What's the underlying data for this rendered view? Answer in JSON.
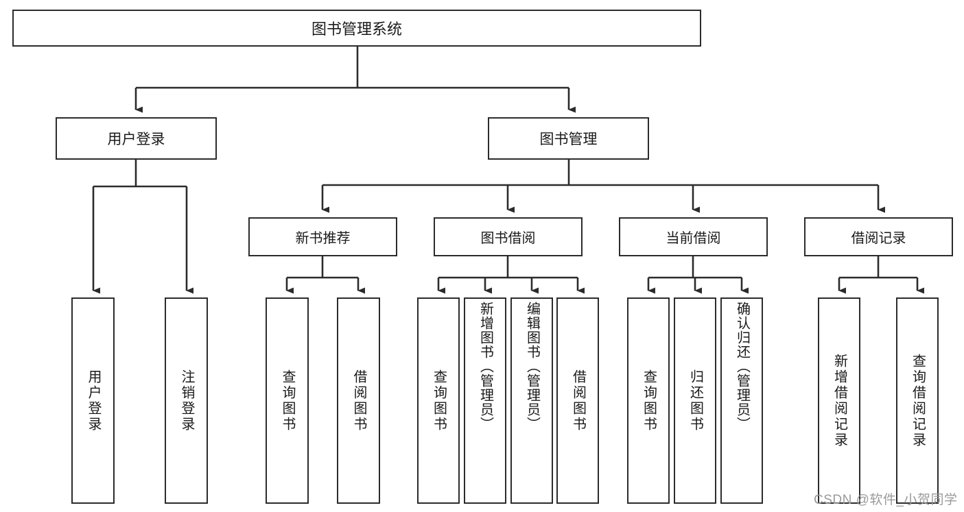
{
  "diagram": {
    "type": "tree-hierarchy-chart",
    "title": "图书管理系统",
    "root": {
      "id": "root",
      "label": "图书管理系统"
    },
    "level2": [
      {
        "id": "user-login",
        "label": "用户登录"
      },
      {
        "id": "book-management",
        "label": "图书管理"
      }
    ],
    "level3": [
      {
        "id": "new-book-recommend",
        "label": "新书推荐",
        "parent": "book-management"
      },
      {
        "id": "book-borrow",
        "label": "图书借阅",
        "parent": "book-management"
      },
      {
        "id": "current-borrow",
        "label": "当前借阅",
        "parent": "book-management"
      },
      {
        "id": "borrow-record",
        "label": "借阅记录",
        "parent": "book-management"
      }
    ],
    "leaves": [
      {
        "id": "leaf-user-login",
        "label": "用户登录",
        "parent": "user-login"
      },
      {
        "id": "leaf-user-logout",
        "label": "注销登录",
        "parent": "user-login"
      },
      {
        "id": "leaf-query-book-1",
        "label": "查询图书",
        "parent": "new-book-recommend"
      },
      {
        "id": "leaf-borrow-book-1",
        "label": "借阅图书",
        "parent": "new-book-recommend"
      },
      {
        "id": "leaf-query-book-2",
        "label": "查询图书",
        "parent": "book-borrow"
      },
      {
        "id": "leaf-add-book",
        "label": "新增图书（管理员）",
        "parent": "book-borrow"
      },
      {
        "id": "leaf-edit-book",
        "label": "编辑图书（管理员）",
        "parent": "book-borrow"
      },
      {
        "id": "leaf-borrow-book-2",
        "label": "借阅图书",
        "parent": "book-borrow"
      },
      {
        "id": "leaf-query-book-3",
        "label": "查询图书",
        "parent": "current-borrow"
      },
      {
        "id": "leaf-return-book",
        "label": "归还图书",
        "parent": "current-borrow"
      },
      {
        "id": "leaf-confirm-return",
        "label": "确认归还（管理员）",
        "parent": "current-borrow"
      },
      {
        "id": "leaf-add-record",
        "label": "新增借阅记录",
        "parent": "borrow-record"
      },
      {
        "id": "leaf-query-record",
        "label": "查询借阅记录",
        "parent": "borrow-record"
      }
    ],
    "watermark": "CSDN @软件_小贺同学",
    "colors": {
      "stroke": "#2b2b2b",
      "fill": "#ffffff",
      "text": "#1a1a1a",
      "watermark": "#9a9a9a"
    }
  }
}
